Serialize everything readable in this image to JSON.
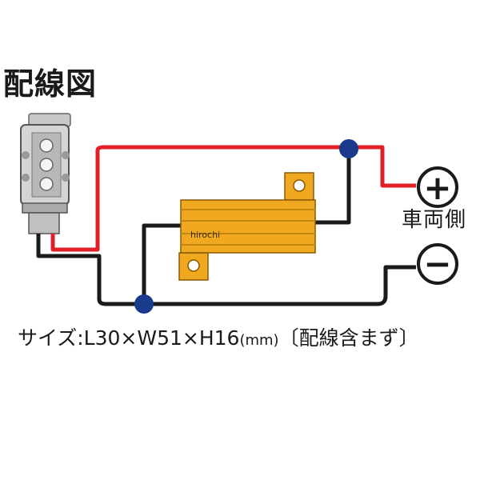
{
  "title": "配線図",
  "terminals": {
    "positive_symbol": "+",
    "negative_symbol": "−",
    "vehicle_label": "車両側"
  },
  "size_note": {
    "prefix": "サイズ:L30×W51×H16",
    "unit": "(mm)",
    "suffix": "〔配線含まず〕"
  },
  "watermark": "hirochi",
  "colors": {
    "positive_wire": "#e0202a",
    "negative_wire": "#1a1a1a",
    "junction": "#1a3a8c",
    "resistor_body": "#f0a820",
    "bulb_body": "#d0d0d0"
  }
}
